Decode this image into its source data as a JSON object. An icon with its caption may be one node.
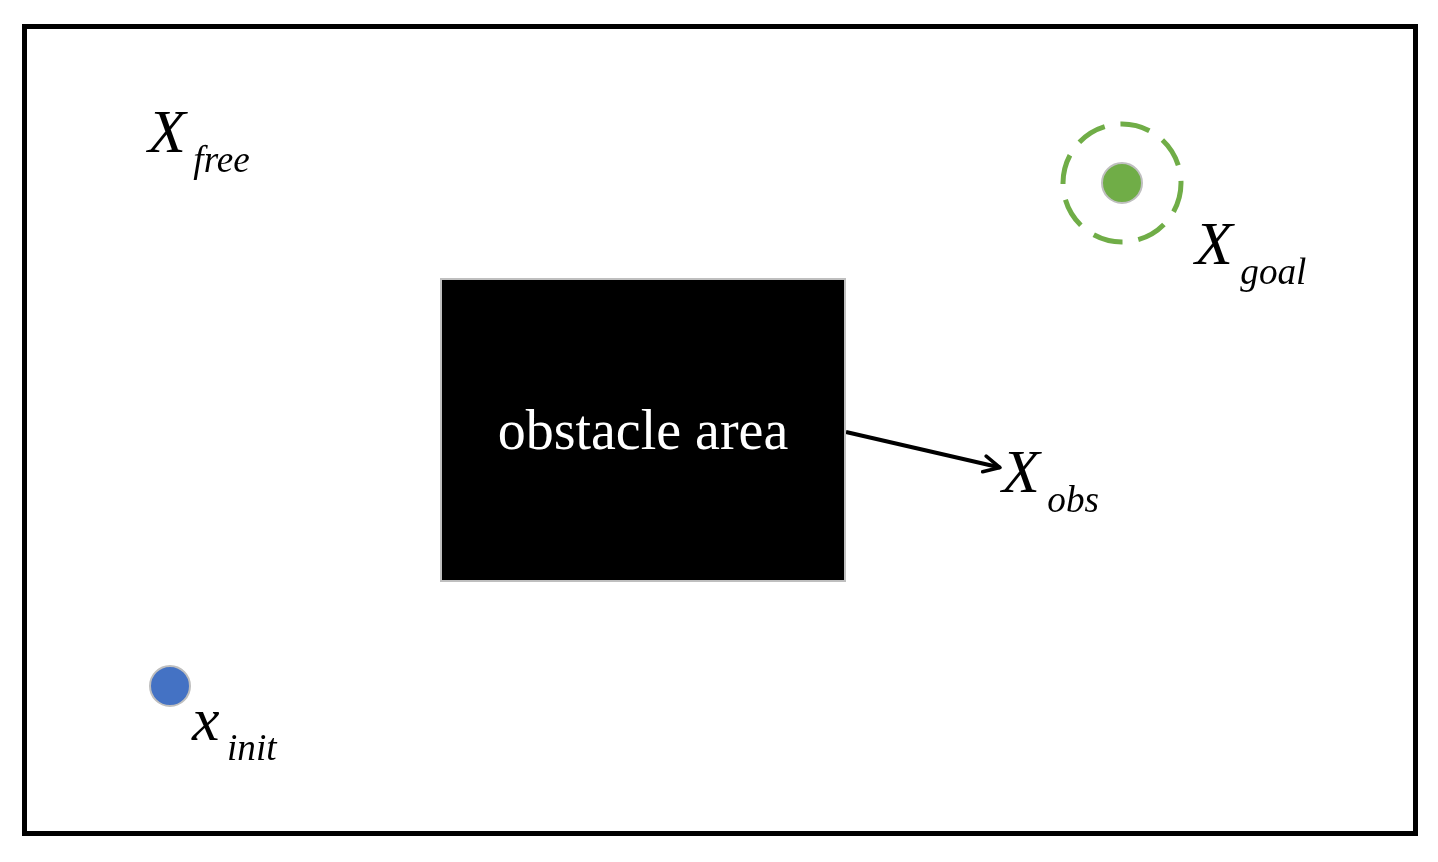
{
  "diagram": {
    "nodes": [
      {
        "text": [
          "obstacle area"
        ]
      },
      {
        "text": [
          "X$_{obs}$"
        ]
      }
    ],
    "edges": [
      {
        "from": 0,
        "to": 1,
        "arrow": "to"
      }
    ],
    "labels": [
      "X$_{free}$",
      "X$_{goal}$",
      "x$_{init}$"
    ]
  }
}
